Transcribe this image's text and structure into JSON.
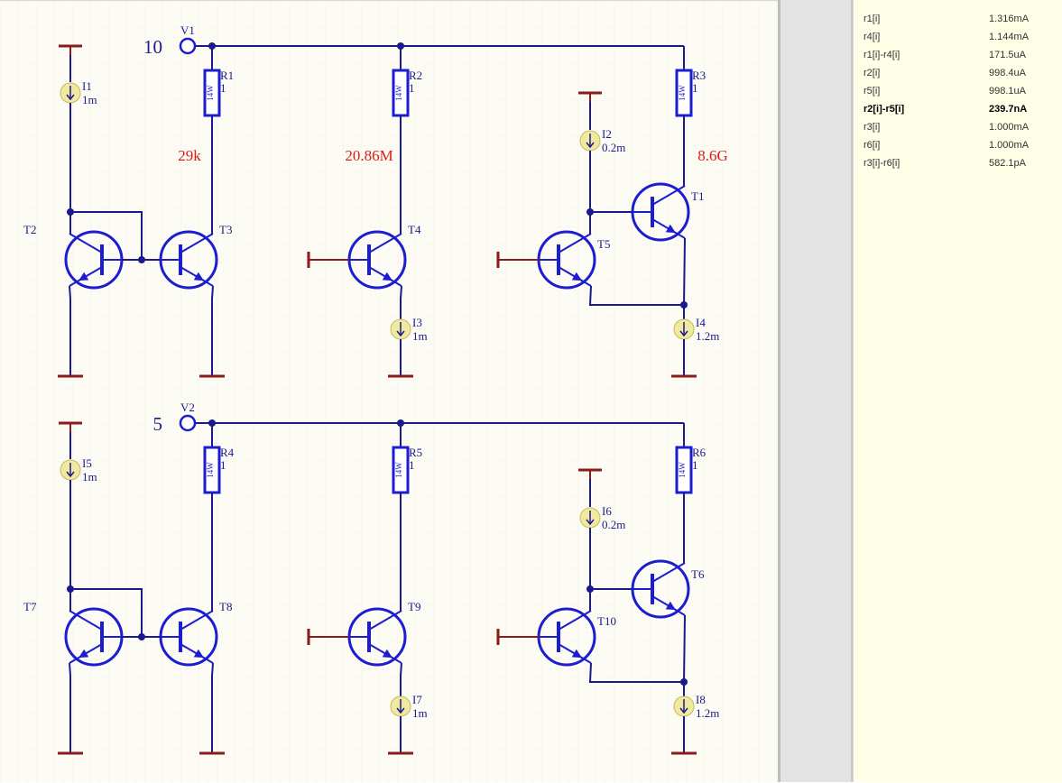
{
  "upper": {
    "voltage": "10",
    "source_label": "V1",
    "resistors": [
      {
        "ref": "R1",
        "value": "1",
        "power": "14W"
      },
      {
        "ref": "R2",
        "value": "1",
        "power": "14W"
      },
      {
        "ref": "R3",
        "value": "1",
        "power": "14W"
      }
    ],
    "currents": [
      {
        "ref": "I1",
        "value": "1m"
      },
      {
        "ref": "I2",
        "value": "0.2m"
      },
      {
        "ref": "I3",
        "value": "1m"
      },
      {
        "ref": "I4",
        "value": "1.2m"
      }
    ],
    "transistors": [
      "T1",
      "T2",
      "T3",
      "T4",
      "T5"
    ],
    "measurements": [
      "29k",
      "20.86M",
      "8.6G"
    ]
  },
  "lower": {
    "voltage": "5",
    "source_label": "V2",
    "resistors": [
      {
        "ref": "R4",
        "value": "1",
        "power": "14W"
      },
      {
        "ref": "R5",
        "value": "1",
        "power": "14W"
      },
      {
        "ref": "R6",
        "value": "1",
        "power": "14W"
      }
    ],
    "currents": [
      {
        "ref": "I5",
        "value": "1m"
      },
      {
        "ref": "I6",
        "value": "0.2m"
      },
      {
        "ref": "I7",
        "value": "1m"
      },
      {
        "ref": "I8",
        "value": "1.2m"
      }
    ],
    "transistors": [
      "T6",
      "T7",
      "T8",
      "T9",
      "T10"
    ]
  },
  "results": [
    {
      "name": "r1[i]",
      "value": "1.316mA",
      "bold": false
    },
    {
      "name": "r4[i]",
      "value": "1.144mA",
      "bold": false
    },
    {
      "name": "r1[i]-r4[i]",
      "value": "171.5uA",
      "bold": false
    },
    {
      "name": "r2[i]",
      "value": "998.4uA",
      "bold": false
    },
    {
      "name": "r5[i]",
      "value": "998.1uA",
      "bold": false
    },
    {
      "name": "r2[i]-r5[i]",
      "value": "239.7nA",
      "bold": true
    },
    {
      "name": "r3[i]",
      "value": "1.000mA",
      "bold": false
    },
    {
      "name": "r6[i]",
      "value": "1.000mA",
      "bold": false
    },
    {
      "name": "r3[i]-r6[i]",
      "value": "582.1pA",
      "bold": false
    }
  ],
  "colors": {
    "wire": "#1a1a8c",
    "component": "#1c1cd0",
    "ground": "#8b1a1a",
    "annotation": "#e01a1a",
    "source_fill": "#f0eaa0",
    "label": "#1a1a8c"
  }
}
